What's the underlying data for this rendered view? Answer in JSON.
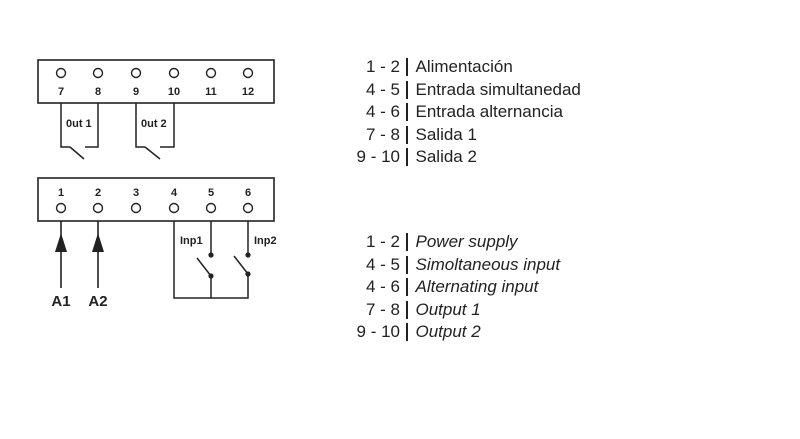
{
  "top_block": {
    "terminals": [
      "7",
      "8",
      "9",
      "10",
      "11",
      "12"
    ],
    "relays": [
      {
        "label": "0ut 1"
      },
      {
        "label": "0ut 2"
      }
    ]
  },
  "bottom_block": {
    "terminals": [
      "1",
      "2",
      "3",
      "4",
      "5",
      "6"
    ],
    "supply_inputs": [
      "A1",
      "A2"
    ],
    "switch_inputs": [
      "Inp1",
      "Inp2"
    ]
  },
  "legend_es": {
    "rows": [
      {
        "range": "1 - 2",
        "desc": "Alimentación"
      },
      {
        "range": "4 - 5",
        "desc": "Entrada simultanedad"
      },
      {
        "range": "4 - 6",
        "desc": "Entrada alternancia"
      },
      {
        "range": "7 - 8",
        "desc": "Salida 1"
      },
      {
        "range": "9 - 10",
        "desc": "Salida 2"
      }
    ]
  },
  "legend_en": {
    "rows": [
      {
        "range": "1 - 2",
        "desc": "Power supply"
      },
      {
        "range": "4 - 5",
        "desc": "Simoltaneous input"
      },
      {
        "range": "4 - 6",
        "desc": "Alternating input"
      },
      {
        "range": "7 - 8",
        "desc": "Output 1"
      },
      {
        "range": "9 - 10",
        "desc": "Output 2"
      }
    ]
  },
  "colors": {
    "ink": "#222222",
    "background": "#ffffff"
  }
}
